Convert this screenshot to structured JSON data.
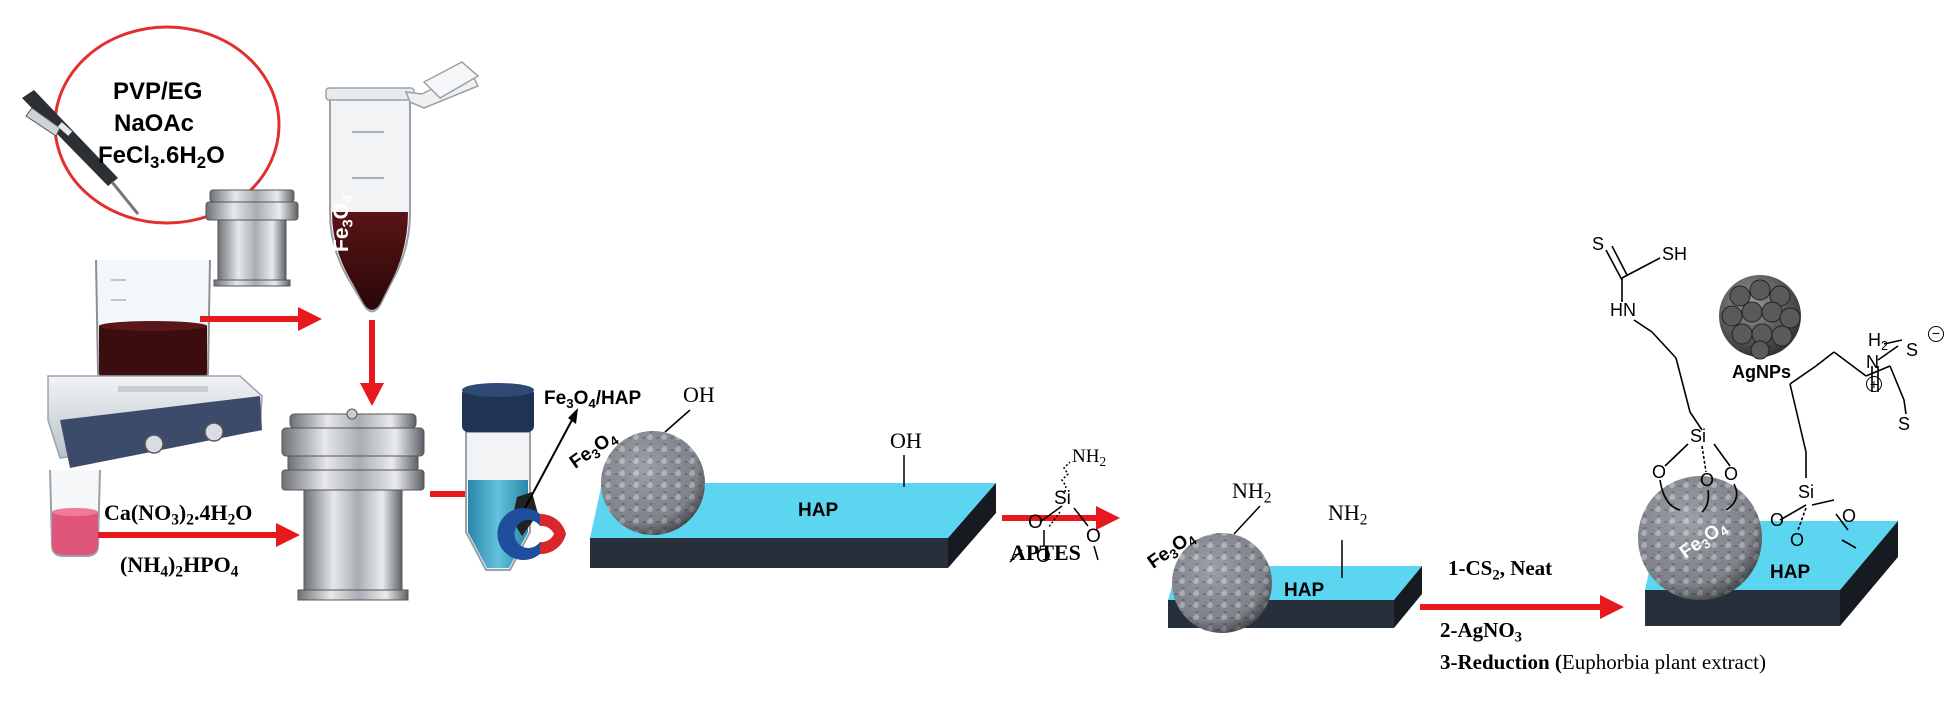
{
  "colors": {
    "arrow": "#e8191c",
    "hap_top": "#5cd6f0",
    "hap_side": "#27303a",
    "bubble": "#e0312f",
    "liquid": "#3b0d0e",
    "pink": "#e0567a",
    "cap": "#1f3352"
  },
  "reagents_bubble": {
    "line1": "PVP/EG",
    "line2": "NaOAc",
    "line3": "FeCl",
    "line3_sub1": "3",
    "line3_mid": ".6H",
    "line3_sub2": "2",
    "line3_end": "O"
  },
  "tube_label": {
    "main": "Fe",
    "sub1": "3",
    "mid": "O",
    "sub2": "4"
  },
  "precursors": {
    "calcium": {
      "a": "Ca(NO",
      "s1": "3",
      "b": ")",
      "s2": "2",
      "c": ".4H",
      "s3": "2",
      "d": "O"
    },
    "phosphate": {
      "a": "(NH",
      "s1": "4",
      "b": ")",
      "s2": "2",
      "c": "HPO",
      "s3": "4"
    }
  },
  "composite_label": {
    "a": "Fe",
    "s1": "3",
    "b": "O",
    "s2": "4",
    "c": "/HAP"
  },
  "hap": "HAP",
  "fe3o4": {
    "a": "Fe",
    "s1": "3",
    "b": "O",
    "s2": "4"
  },
  "oh": "OH",
  "nh2": {
    "a": "NH",
    "s": "2"
  },
  "aptes": {
    "label": "APTES",
    "si": "Si",
    "o": "O",
    "nh2_a": "NH",
    "nh2_s": "2"
  },
  "step3": {
    "r1": {
      "a": "1-CS",
      "s": "2",
      "b": ", Neat"
    },
    "r2": {
      "a": "2-AgNO",
      "s": "3"
    },
    "r3": {
      "bold": "3-Reduction (",
      "plain": "Euphorbia plant extract)"
    }
  },
  "final": {
    "agnps": "AgNPs",
    "s": "S",
    "sh": "SH",
    "hn": "HN",
    "h2": {
      "a": "H",
      "s": "2"
    },
    "n": "N",
    "plus": "+",
    "minus": "−"
  }
}
